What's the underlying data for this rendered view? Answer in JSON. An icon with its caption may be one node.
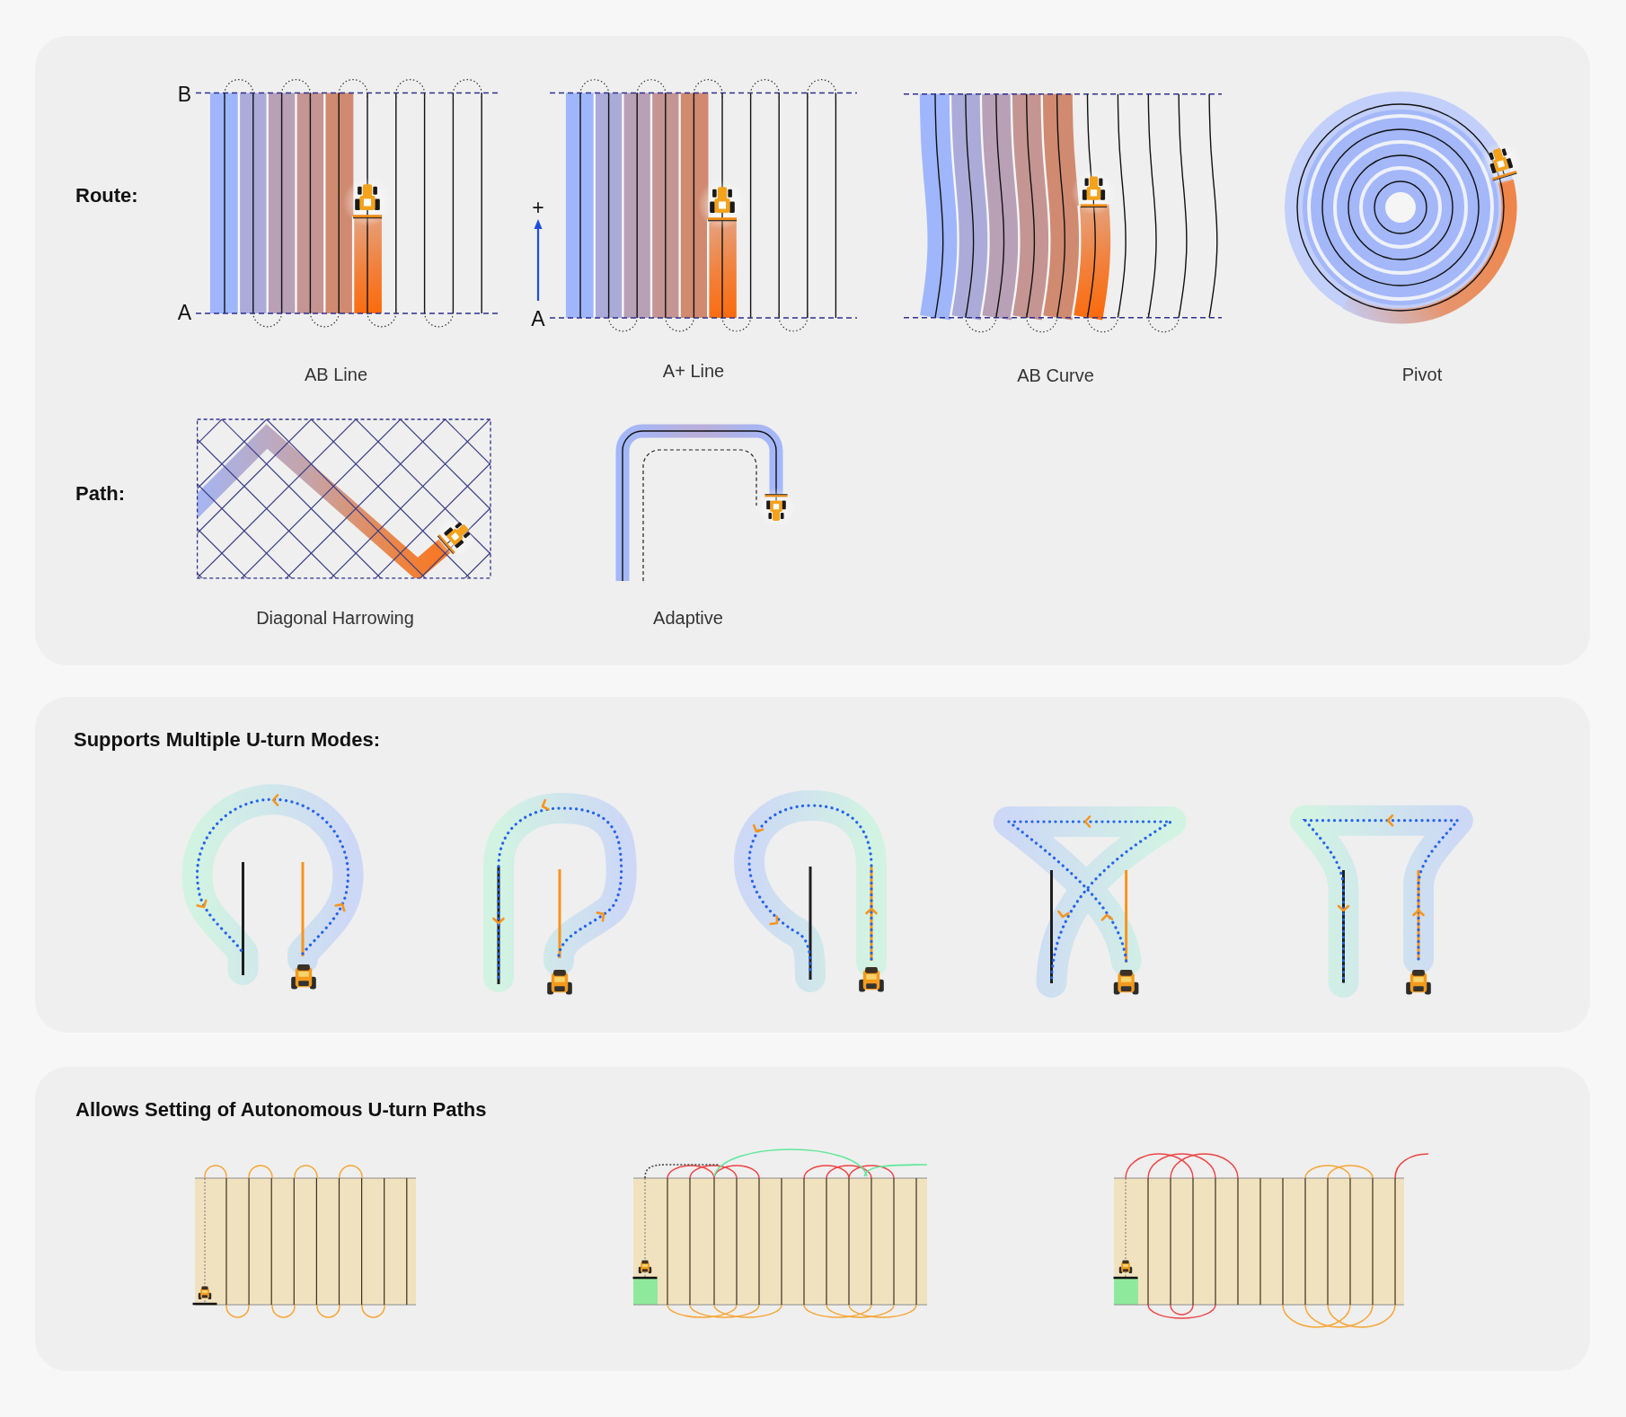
{
  "diagram": {
    "nodes": [
      {
        "text": [
          "Route:",
          "Path:"
        ]
      },
      {
        "text": [
          "Supports Multiple U-turn Modes:"
        ]
      },
      {
        "text": [
          "Allows Setting of Autonomous U-turn Paths"
        ]
      }
    ],
    "labels": [
      "B",
      "A",
      "AB Line",
      "+",
      "A",
      "A+ Line",
      "AB Curve",
      "Pivot",
      "Diagonal Harrowing",
      "Adaptive"
    ]
  }
}
